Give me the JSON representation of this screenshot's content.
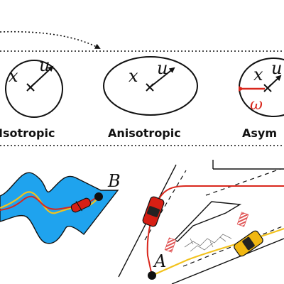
{
  "panels": [
    {
      "label": "Isotropic",
      "x_symbol": "x",
      "u_symbol": "u"
    },
    {
      "label": "Anisotropic",
      "x_symbol": "x",
      "u_symbol": "u"
    },
    {
      "label": "Asym",
      "x_symbol": "x",
      "u_symbol": "u",
      "omega_symbol": "ω"
    }
  ],
  "scene_left": {
    "point_label": "B"
  },
  "scene_right": {
    "point_label": "A"
  },
  "colors": {
    "ink": "#111111",
    "water": "#1fa3ee",
    "route_red": "#d9271c",
    "route_yellow": "#f2c21d",
    "car_red": "#d61f14",
    "car_yellow": "#f0b712",
    "omega": "#d9271c",
    "barrier_red": "#e05555"
  }
}
